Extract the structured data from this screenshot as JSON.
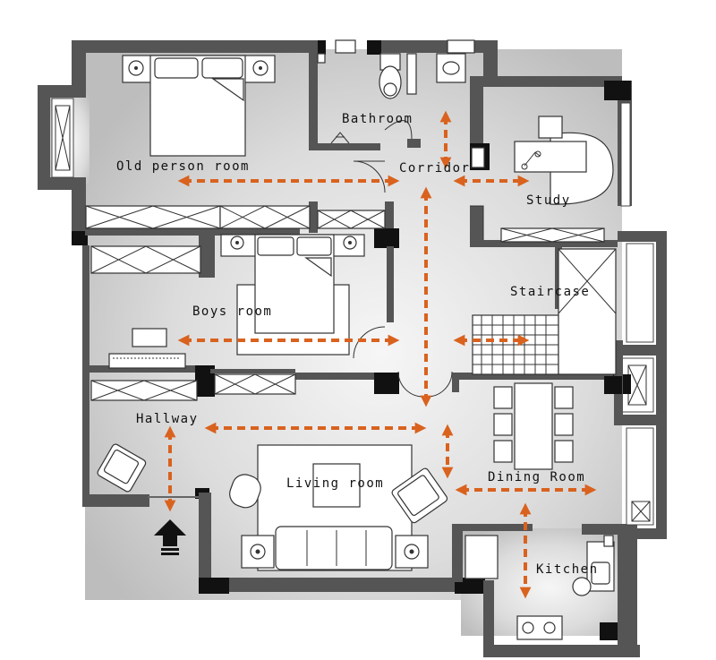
{
  "rooms": {
    "old_person_room": "Old person room",
    "bathroom": "Bathroom",
    "corridor": "Corridor",
    "study": "Study",
    "staircase": "Staircase",
    "boys_room": "Boys room",
    "hallway": "Hallway",
    "living_room": "Living room",
    "dining_room": "Dining Room",
    "kitchen": "Kitchen"
  },
  "colors": {
    "arrow": "#D9621E",
    "wall": "#555555",
    "wall_dark": "#111111",
    "floor_light": "#f4f4f4",
    "floor_dark": "#b9b9b9"
  },
  "icons": {
    "entrance": "entrance-arrow-icon"
  }
}
